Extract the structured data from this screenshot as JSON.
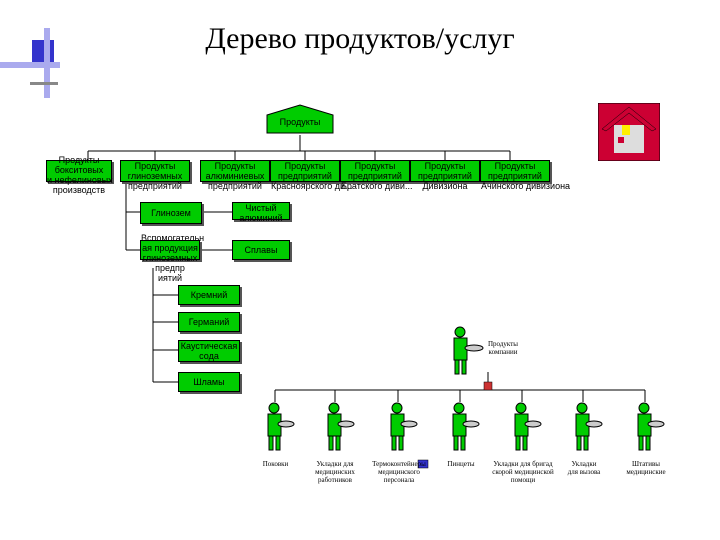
{
  "title": "Дерево продуктов/услуг",
  "tree": {
    "root": "Продукты",
    "level1": [
      "Продукты\nбокситовых\nи нефелиновых\nпроизводств",
      "Продукты\nглиноземных\nпредприятий",
      "Продукты\nалюминиевых\nпредприятий",
      "Продукты\nпредприятий\nКрасноярского ди...",
      "Продукты\nпредприятий\nБратского диви...",
      "Продукты\nпредприятий\nДивизиона",
      "Продукты\nпредприятий\nАчинского дивизиона"
    ],
    "level2": [
      "Глинозем",
      "Чистый\nалюминий",
      "Вспомогательн\nая продукция\nглиноземных\nпредпр\nиятий",
      "Сплавы"
    ],
    "level3": [
      "Кремний",
      "Германий",
      "Каустическая\nсода",
      "Шламы"
    ]
  },
  "org": {
    "top": "Продукты\nкомпании",
    "items": [
      "Поковки",
      "Укладки для\nмедицинских\nработников",
      "Термоконтейнеры\nмедицинского\nперсонала",
      "Пинцеты",
      "Укладки для бригад\nскорой медицинской\nпомощи",
      "Укладки\nдля вызова",
      "Штативы\nмедицинские"
    ]
  },
  "colors": {
    "node": "#00cc00",
    "accent": "#cc0033",
    "bar": "#6666cc"
  }
}
